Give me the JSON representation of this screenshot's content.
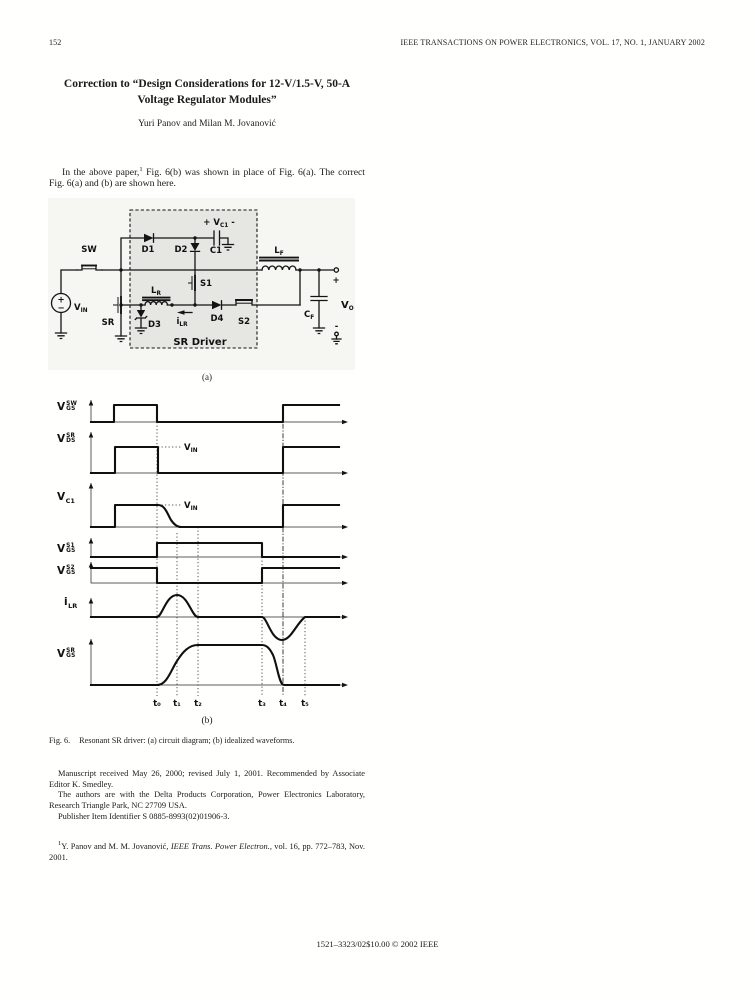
{
  "page": {
    "number": "152",
    "journal_header": "IEEE TRANSACTIONS ON POWER ELECTRONICS, VOL. 17, NO. 1, JANUARY 2002",
    "footer": "1521–3323/02$10.00 © 2002 IEEE"
  },
  "article": {
    "title_line1": "Correction to “Design Considerations for 12-V/1.5-V, 50-A",
    "title_line2": "Voltage Regulator Modules”",
    "authors": "Yuri Panov and Milan M. Jovanović",
    "body": {
      "pre": "In the above paper,",
      "sup": "1",
      "post": " Fig. 6(b) was shown in place of Fig. 6(a). The correct Fig. 6(a) and (b) are shown here."
    }
  },
  "figure": {
    "sublabel_a": "(a)",
    "sublabel_b": "(b)",
    "caption_label": "Fig. 6.",
    "caption_text": "Resonant SR driver: (a) circuit diagram; (b) idealized waveforms."
  },
  "circuit": {
    "sw": "SW",
    "sr": "SR",
    "d1": "D1",
    "d2": "D2",
    "d3": "D3",
    "d4": "D4",
    "s1": "S1",
    "s2": "S2",
    "c1": "C1",
    "driver": "SR Driver",
    "vin": {
      "base": "V",
      "sub": "IN"
    },
    "vc1": {
      "pre": "+ V",
      "sub": "C1",
      "post": " -"
    },
    "lr": {
      "base": "L",
      "sub": "R"
    },
    "lf": {
      "base": "L",
      "sub": "F"
    },
    "cf": {
      "base": "C",
      "sub": "F"
    },
    "ilr": {
      "base": "i",
      "sub": "LR"
    },
    "vo": {
      "base": "V",
      "sub": "O"
    },
    "out_plus": "+",
    "out_minus": "-",
    "src_plus": "+",
    "src_minus": "−"
  },
  "waveforms": {
    "traces": [
      {
        "base": "V",
        "sup": "SW",
        "sub": "GS"
      },
      {
        "base": "V",
        "sup": "SR",
        "sub": "DS"
      },
      {
        "base": "V",
        "sub": "C1"
      },
      {
        "base": "V",
        "sup": "S1",
        "sub": "GS"
      },
      {
        "base": "V",
        "sup": "S2",
        "sub": "GS"
      },
      {
        "base": "i",
        "sub": "LR"
      },
      {
        "base": "V",
        "sup": "SR",
        "sub": "GS"
      }
    ],
    "vin_ref": {
      "base": "V",
      "sub": "IN"
    },
    "time": [
      "t₀",
      "t₁",
      "t₂",
      "t₃",
      "t₄",
      "t₅"
    ]
  },
  "footnotes": {
    "f1": "Manuscript received May 26, 2000; revised July 1, 2001. Recommended by Associate Editor K. Smedley.",
    "f2": "The authors are with the Delta Products Corporation, Power Electronics Laboratory, Research Triangle Park, NC 27709 USA.",
    "f3": "Publisher Item Identifier S 0885-8993(02)01906-3.",
    "ref": {
      "sup": "1",
      "pre": "Y. Panov and M. M. Jovanović, ",
      "italic": "IEEE Trans. Power Electron.",
      "post": ", vol. 16, pp. 772–783, Nov. 2001."
    }
  }
}
